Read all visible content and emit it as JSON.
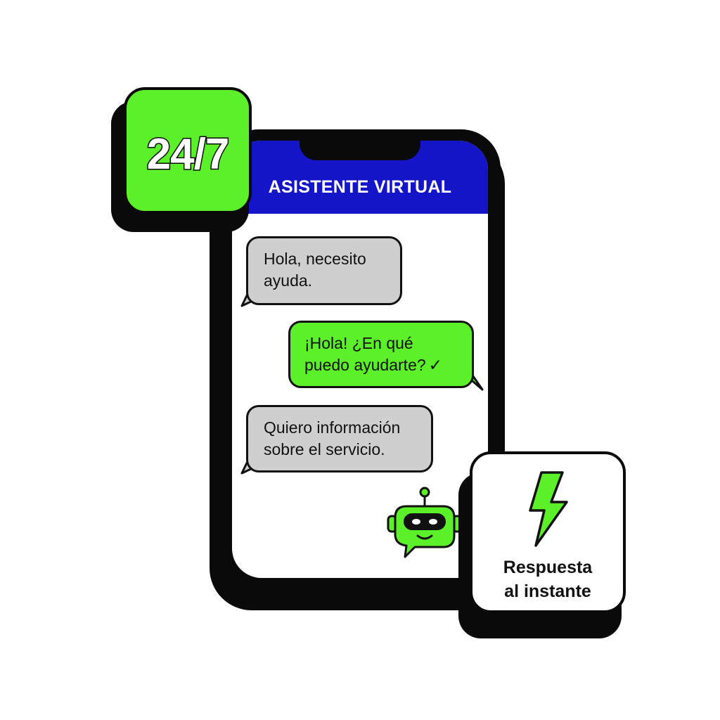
{
  "header": {
    "title": "ASISTENTE VIRTUAL"
  },
  "badges": {
    "availability": "24/7",
    "response_line1": "Respuesta",
    "response_line2": "al instante"
  },
  "chat": {
    "messages": [
      {
        "from": "user",
        "line1": "Hola, necesito",
        "line2": "ayuda."
      },
      {
        "from": "bot",
        "line1": "¡Hola! ¿En qué",
        "line2": "puedo ayudarte?",
        "status": "✓"
      },
      {
        "from": "user",
        "line1": "Quiero información",
        "line2": "sobre el servicio."
      }
    ]
  },
  "colors": {
    "brand_green": "#5cf02a",
    "header_blue": "#1414c8",
    "outline": "#0a0a0a",
    "bubble_gray": "#cfcfcf"
  },
  "icons": {
    "response_badge": "lightning-bolt-icon",
    "assistant": "robot-icon"
  }
}
